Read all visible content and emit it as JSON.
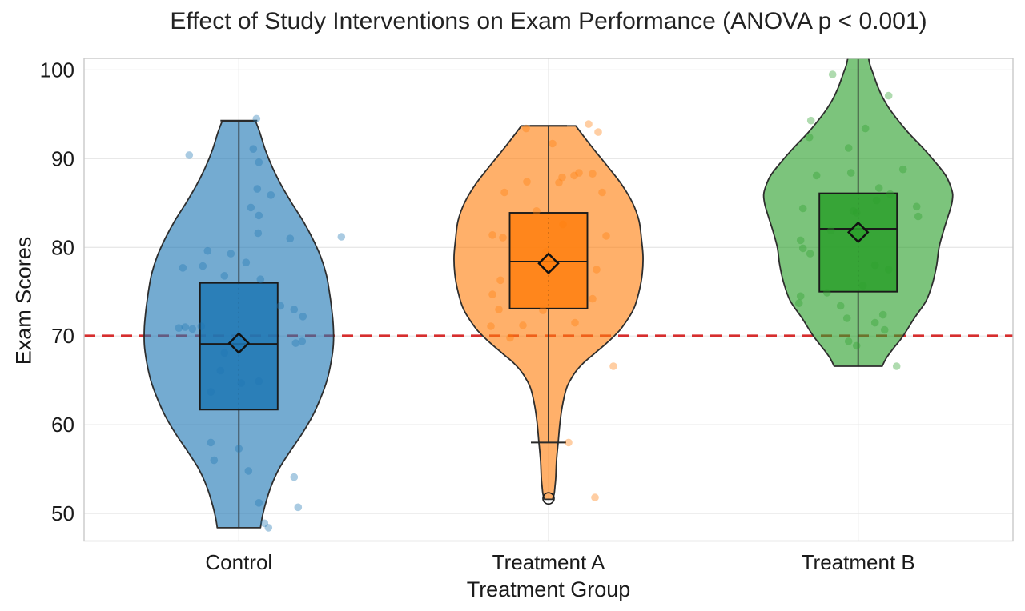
{
  "chart_data": {
    "type": "violin",
    "title": "Effect of Study Interventions on Exam Performance (ANOVA p < 0.001)",
    "xlabel": "Treatment Group",
    "ylabel": "Exam Scores",
    "categories": [
      "Control",
      "Treatment A",
      "Treatment B"
    ],
    "yticks": [
      50,
      60,
      70,
      80,
      90,
      100
    ],
    "ylim": [
      46.9,
      101.3
    ],
    "grid": true,
    "legend": null,
    "reference_line": {
      "value": 70,
      "color": "#d62e2e",
      "style": "dashed",
      "width": 3.6,
      "dash": "14 9"
    },
    "style": {
      "violin_alpha": 0.62,
      "box_alpha": 0.85,
      "point_alpha": 0.38,
      "point_radius": 4.8,
      "box_halfwidth": 48.5,
      "edge_color": "#2e2e2e",
      "line_color": "#1a1a1a",
      "grid_color": "#e8e8e8",
      "spine_color": "#c9c9c9",
      "text_color": "#1a1a1a",
      "tick_fontsize": 26
    },
    "groups": [
      {
        "name": "Control",
        "color": "#1f77b4",
        "closed_top": true,
        "stats": {
          "whisker_low": 48.4,
          "q1": 61.7,
          "median": 69.1,
          "mean": 69.2,
          "q3": 76.0,
          "whisker_high": 94.3
        },
        "caps": {
          "top": 23,
          "bottom": null
        },
        "outliers": [],
        "violin": [
          [
            94.2,
            21
          ],
          [
            93,
            26
          ],
          [
            91,
            33
          ],
          [
            89,
            42
          ],
          [
            87,
            53
          ],
          [
            85,
            66
          ],
          [
            83,
            80
          ],
          [
            81,
            92
          ],
          [
            79,
            102
          ],
          [
            77,
            109
          ],
          [
            75,
            113
          ],
          [
            73,
            116
          ],
          [
            71,
            118
          ],
          [
            69,
            118
          ],
          [
            67,
            115
          ],
          [
            65,
            110
          ],
          [
            63,
            102
          ],
          [
            61,
            92
          ],
          [
            59,
            79
          ],
          [
            57,
            64
          ],
          [
            55,
            50
          ],
          [
            53,
            40
          ],
          [
            51,
            33
          ],
          [
            49.5,
            29
          ],
          [
            48.4,
            27
          ]
        ],
        "points": [
          [
            94.5,
            22
          ],
          [
            91.1,
            18
          ],
          [
            90.4,
            -62
          ],
          [
            89.6,
            25
          ],
          [
            86.6,
            23
          ],
          [
            85.9,
            40
          ],
          [
            84.5,
            15
          ],
          [
            83.6,
            25
          ],
          [
            81.6,
            24
          ],
          [
            81.2,
            128
          ],
          [
            81.0,
            64
          ],
          [
            79.6,
            -39
          ],
          [
            79.3,
            -10
          ],
          [
            78.3,
            9
          ],
          [
            77.9,
            -45
          ],
          [
            77.7,
            -70
          ],
          [
            76.8,
            -18
          ],
          [
            76.4,
            27
          ],
          [
            73.4,
            52
          ],
          [
            73.0,
            69
          ],
          [
            72.2,
            80
          ],
          [
            71.1,
            -47
          ],
          [
            71.0,
            -67
          ],
          [
            70.9,
            -75
          ],
          [
            70.8,
            -58
          ],
          [
            69.4,
            79
          ],
          [
            69.2,
            71
          ],
          [
            68.1,
            -18
          ],
          [
            66.1,
            -23
          ],
          [
            64.9,
            25
          ],
          [
            64.7,
            3
          ],
          [
            63.7,
            -35
          ],
          [
            58.0,
            -35
          ],
          [
            57.3,
            0
          ],
          [
            56.0,
            -31
          ],
          [
            54.8,
            12
          ],
          [
            54.1,
            69
          ],
          [
            51.2,
            25
          ],
          [
            50.7,
            74
          ],
          [
            48.9,
            32
          ],
          [
            48.4,
            37
          ]
        ]
      },
      {
        "name": "Treatment A",
        "color": "#ff7f0e",
        "closed_top": true,
        "stats": {
          "whisker_low": 58.0,
          "q1": 73.1,
          "median": 78.4,
          "mean": 78.2,
          "q3": 83.9,
          "whisker_high": 93.7
        },
        "caps": {
          "top": 23,
          "bottom": 22
        },
        "outliers": [
          [
            51.7,
            0
          ]
        ],
        "violin": [
          [
            93.7,
            34
          ],
          [
            92.5,
            44
          ],
          [
            91,
            57
          ],
          [
            89,
            75
          ],
          [
            87,
            92
          ],
          [
            85,
            105
          ],
          [
            83,
            113
          ],
          [
            81,
            116
          ],
          [
            79,
            118
          ],
          [
            77,
            117
          ],
          [
            75,
            113
          ],
          [
            73,
            106
          ],
          [
            71,
            92
          ],
          [
            70,
            82
          ],
          [
            69,
            70
          ],
          [
            68,
            57
          ],
          [
            67,
            44
          ],
          [
            66,
            34
          ],
          [
            65,
            27
          ],
          [
            64,
            22
          ],
          [
            62,
            17
          ],
          [
            60,
            14
          ],
          [
            58,
            12
          ],
          [
            56,
            10
          ],
          [
            54,
            9
          ],
          [
            53,
            8
          ],
          [
            52.2,
            7
          ],
          [
            51.6,
            5
          ]
        ],
        "points": [
          [
            93.9,
            50
          ],
          [
            93.0,
            62
          ],
          [
            93.4,
            -28
          ],
          [
            91.7,
            5
          ],
          [
            88.4,
            38
          ],
          [
            88.3,
            55
          ],
          [
            88.1,
            32
          ],
          [
            87.9,
            17
          ],
          [
            87.3,
            13
          ],
          [
            87.4,
            -27
          ],
          [
            86.2,
            -55
          ],
          [
            86.2,
            67
          ],
          [
            84.1,
            -15
          ],
          [
            82.6,
            18
          ],
          [
            81.4,
            -70
          ],
          [
            81.1,
            -57
          ],
          [
            81.3,
            72
          ],
          [
            79.5,
            -3
          ],
          [
            77.5,
            60
          ],
          [
            76.3,
            -60
          ],
          [
            74.7,
            -70
          ],
          [
            74.2,
            55
          ],
          [
            73.0,
            -62
          ],
          [
            72.9,
            -7
          ],
          [
            71.5,
            33
          ],
          [
            71.2,
            -32
          ],
          [
            71.1,
            -72
          ],
          [
            69.8,
            -48
          ],
          [
            66.6,
            81
          ],
          [
            58.0,
            25
          ],
          [
            51.8,
            58
          ]
        ]
      },
      {
        "name": "Treatment B",
        "color": "#2ca02c",
        "closed_top": false,
        "stats": {
          "whisker_low": 66.6,
          "q1": 75.0,
          "median": 82.1,
          "mean": 81.7,
          "q3": 86.1,
          "whisker_high": 101.2
        },
        "caps": {
          "top": null,
          "bottom": null
        },
        "outliers": [],
        "violin": [
          [
            101.3,
            13
          ],
          [
            100.5,
            15
          ],
          [
            99.5,
            19
          ],
          [
            98,
            25
          ],
          [
            96.5,
            33
          ],
          [
            95,
            44
          ],
          [
            93,
            62
          ],
          [
            91,
            83
          ],
          [
            89,
            102
          ],
          [
            88,
            110
          ],
          [
            87,
            115
          ],
          [
            86,
            118
          ],
          [
            85,
            117
          ],
          [
            84,
            114
          ],
          [
            82,
            107
          ],
          [
            80,
            101
          ],
          [
            78,
            98
          ],
          [
            76,
            93
          ],
          [
            74,
            85
          ],
          [
            72,
            70
          ],
          [
            70,
            56
          ],
          [
            68.5,
            43
          ],
          [
            67.5,
            35
          ],
          [
            66.6,
            30
          ]
        ],
        "points": [
          [
            99.5,
            -32
          ],
          [
            97.1,
            38
          ],
          [
            94.3,
            -59
          ],
          [
            93.4,
            9
          ],
          [
            92.4,
            -61
          ],
          [
            91.2,
            -12
          ],
          [
            88.8,
            56
          ],
          [
            88.4,
            -9
          ],
          [
            88.1,
            -52
          ],
          [
            86.7,
            26
          ],
          [
            86.0,
            40
          ],
          [
            85.3,
            23
          ],
          [
            84.6,
            73
          ],
          [
            84.4,
            -69
          ],
          [
            84.1,
            -6
          ],
          [
            83.9,
            -2
          ],
          [
            83.5,
            75
          ],
          [
            81.9,
            -34
          ],
          [
            80.8,
            -72
          ],
          [
            79.9,
            -69
          ],
          [
            79.3,
            -60
          ],
          [
            78.0,
            21
          ],
          [
            77.5,
            38
          ],
          [
            75.7,
            6
          ],
          [
            74.9,
            -39
          ],
          [
            74.5,
            -72
          ],
          [
            73.7,
            -74
          ],
          [
            73.4,
            -22
          ],
          [
            72.4,
            31
          ],
          [
            72.0,
            -14
          ],
          [
            71.5,
            21
          ],
          [
            70.7,
            33
          ],
          [
            69.4,
            -12
          ],
          [
            68.9,
            -2
          ],
          [
            66.6,
            48
          ]
        ]
      }
    ]
  }
}
